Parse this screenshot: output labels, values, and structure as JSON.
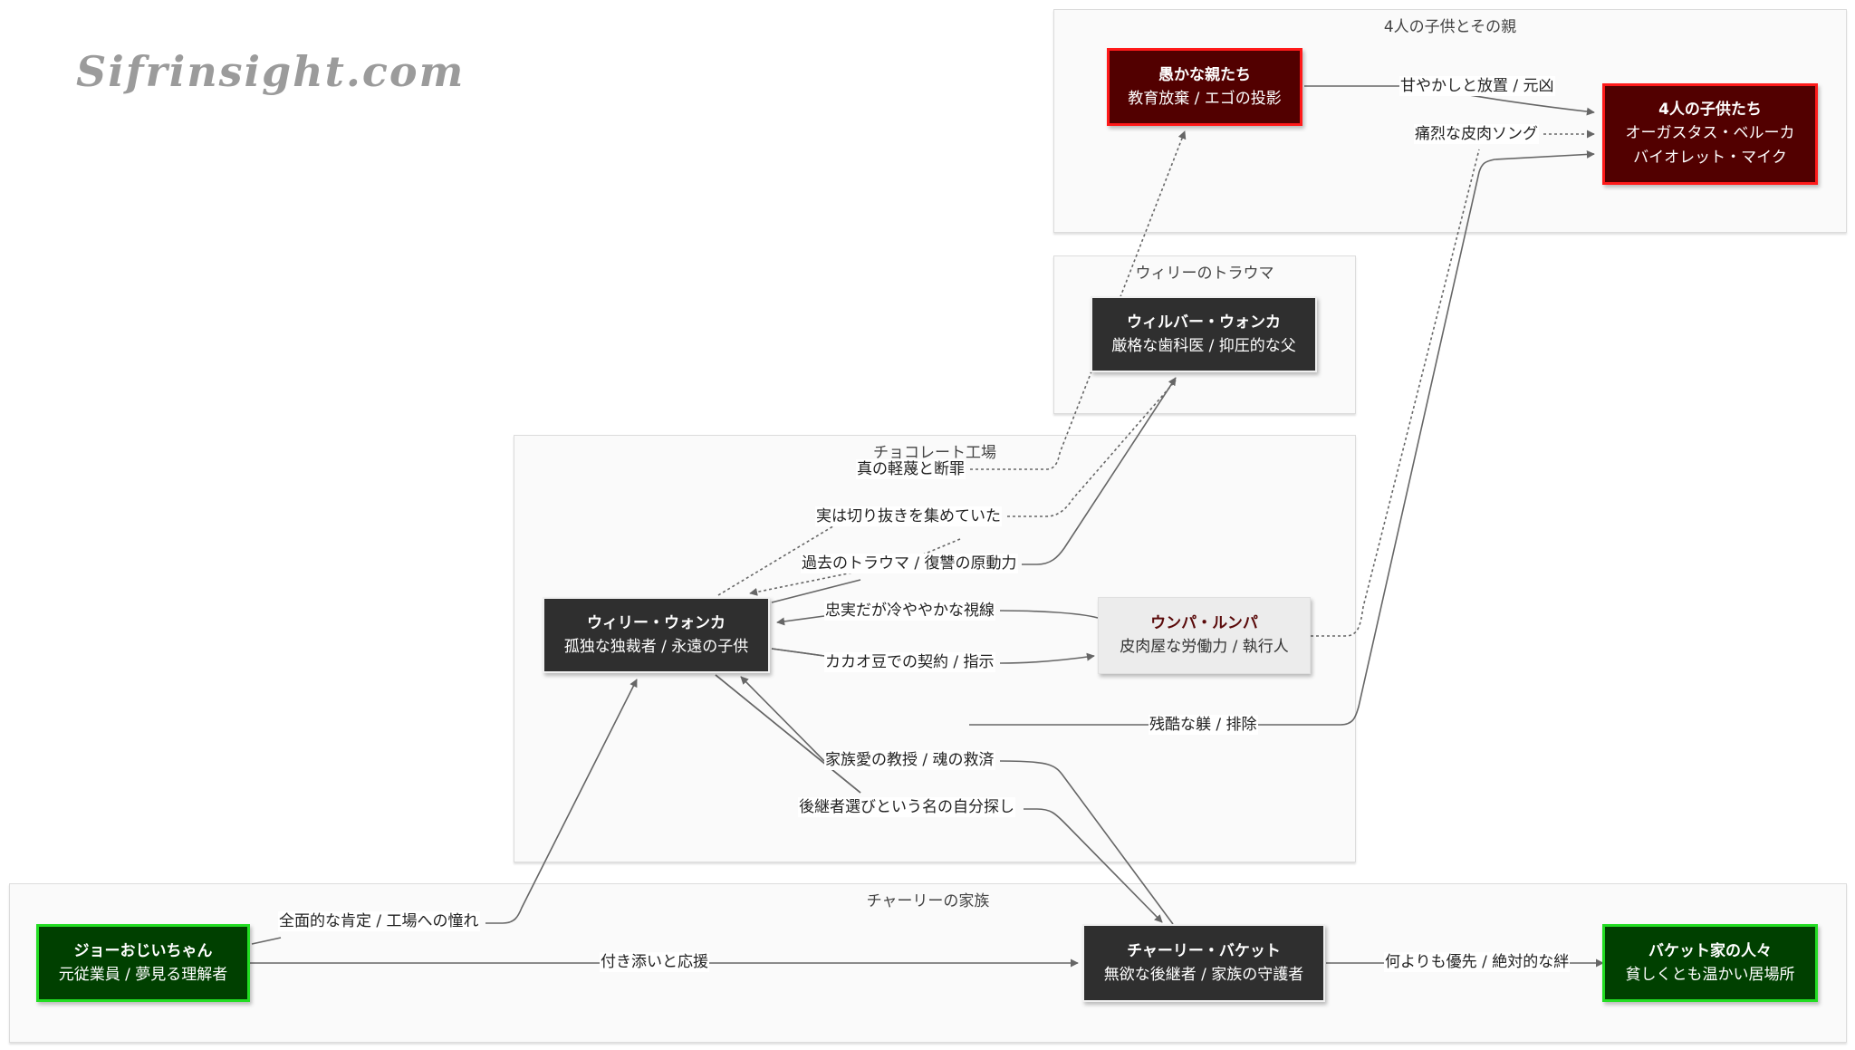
{
  "logo": "Sifrinsight.com",
  "colors": {
    "dark_node": "#2f2f2f",
    "red_node_fill": "#520000",
    "red_node_border": "#ff1a1a",
    "green_node_fill": "#004000",
    "green_node_border": "#22dd22",
    "light_node": "#ececec",
    "edge": "#666666"
  },
  "clusters": {
    "children": "4人の子供とその親",
    "trauma": "ウィリーのトラウマ",
    "factory": "チョコレート工場",
    "family": "チャーリーの家族"
  },
  "nodes": {
    "parents": {
      "title": "愚かな親たち",
      "subtitle": "教育放棄 / エゴの投影"
    },
    "kids": {
      "title": "4人の子供たち",
      "line2": "オーガスタス・ベルーカ",
      "line3": "バイオレット・マイク"
    },
    "wilbur": {
      "title": "ウィルバー・ウォンカ",
      "subtitle": "厳格な歯科医 / 抑圧的な父"
    },
    "willy": {
      "title": "ウィリー・ウォンカ",
      "subtitle": "孤独な独裁者 / 永遠の子供"
    },
    "oompa": {
      "title": "ウンパ・ルンパ",
      "subtitle": "皮肉屋な労働力 / 執行人"
    },
    "joe": {
      "title": "ジョーおじいちゃん",
      "subtitle": "元従業員 / 夢見る理解者"
    },
    "charlie": {
      "title": "チャーリー・バケット",
      "subtitle": "無欲な後継者 / 家族の守護者"
    },
    "bucket": {
      "title": "バケット家の人々",
      "subtitle": "貧しくとも温かい居場所"
    }
  },
  "edges": [
    {
      "id": "e1",
      "from": "parents",
      "to": "kids",
      "label": "甘やかしと放置 / 元凶",
      "style": "solid"
    },
    {
      "id": "e2",
      "from": "oompa",
      "to": "kids",
      "label": "痛烈な皮肉ソング",
      "style": "dotted"
    },
    {
      "id": "e3",
      "from": "willy",
      "to": "parents",
      "label": "真の軽蔑と断罪",
      "style": "dotted"
    },
    {
      "id": "e4",
      "from": "wilbur",
      "to": "willy",
      "label": "実は切り抜きを集めていた",
      "style": "dotted"
    },
    {
      "id": "e5",
      "from": "willy",
      "to": "wilbur",
      "label": "過去のトラウマ / 復讐の原動力",
      "style": "solid"
    },
    {
      "id": "e6",
      "from": "oompa",
      "to": "willy",
      "label": "忠実だが冷ややかな視線",
      "style": "solid"
    },
    {
      "id": "e7",
      "from": "willy",
      "to": "oompa",
      "label": "カカオ豆での契約 / 指示",
      "style": "solid"
    },
    {
      "id": "e8",
      "from": "willy",
      "to": "kids",
      "label": "残酷な躾 / 排除",
      "style": "solid"
    },
    {
      "id": "e9",
      "from": "charlie",
      "to": "willy",
      "label": "家族愛の教授 / 魂の救済",
      "style": "solid"
    },
    {
      "id": "e10",
      "from": "willy",
      "to": "charlie",
      "label": "後継者選びという名の自分探し",
      "style": "solid"
    },
    {
      "id": "e11",
      "from": "joe",
      "to": "willy",
      "label": "全面的な肯定 / 工場への憧れ",
      "style": "solid"
    },
    {
      "id": "e12",
      "from": "joe",
      "to": "charlie",
      "label": "付き添いと応援",
      "style": "solid"
    },
    {
      "id": "e13",
      "from": "charlie",
      "to": "bucket",
      "label": "何よりも優先 / 絶対的な絆",
      "style": "solid"
    }
  ]
}
